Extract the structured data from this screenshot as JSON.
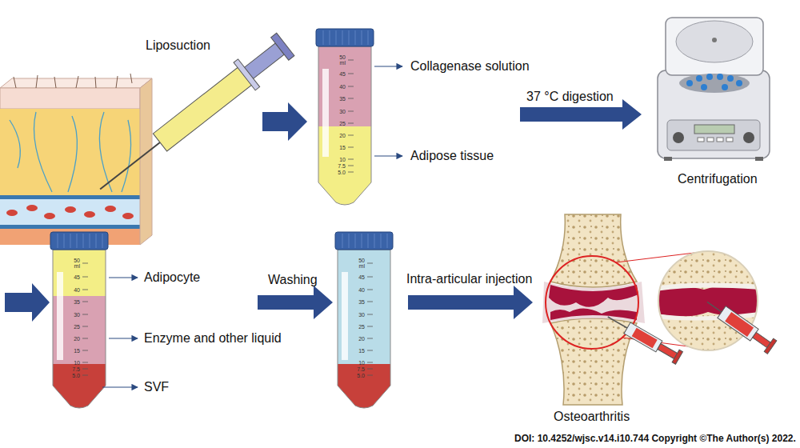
{
  "diagram": {
    "labels": [
      "Liposuction",
      "50 ml",
      "45",
      "40",
      "35",
      "30",
      "25",
      "20",
      "15",
      "10",
      "7.5",
      "5.0",
      "Collagenase solution",
      "Adipose tissue",
      "37 °C digestion",
      "Centrifugation",
      "50 ml",
      "45",
      "40",
      "35",
      "30",
      "25",
      "20",
      "15",
      "10",
      "7.5",
      "5.0",
      "Adipocyte",
      "Enzyme and other liquid",
      "SVF",
      "Washing",
      "50 ml",
      "45",
      "40",
      "35",
      "30",
      "25",
      "20",
      "15",
      "10",
      "7.5",
      "5.0",
      "Intra-articular injection",
      "Osteoarthritis",
      "DOI: 10.4252/wjsc.v14.i10.744 Copyright ©The Author(s) 2022."
    ]
  }
}
